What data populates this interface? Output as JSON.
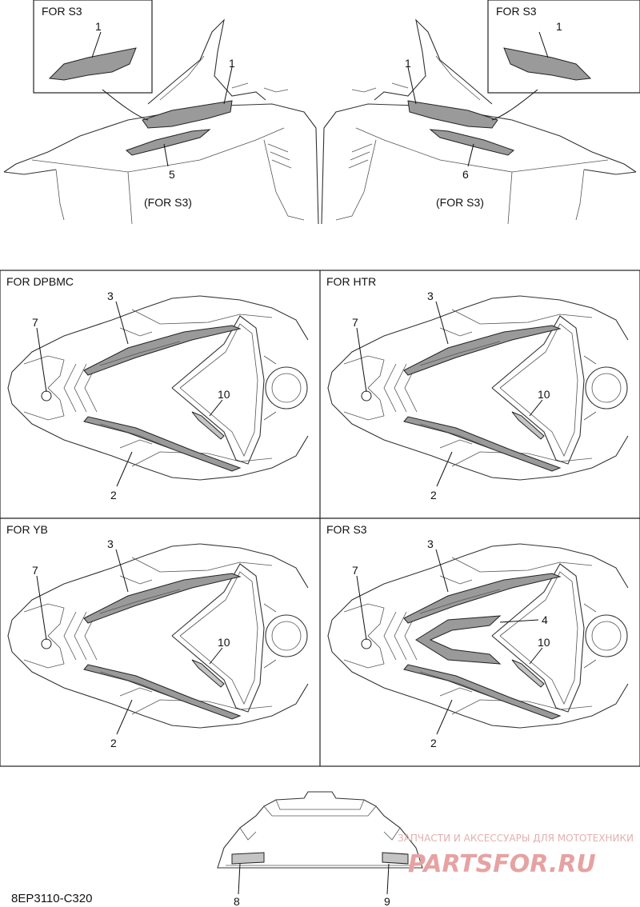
{
  "top_callouts": {
    "left_inset": "FOR S3",
    "left_inset_num": "1",
    "left_body_num": "1",
    "left_lower_num": "5",
    "left_lower_sub": "(FOR S3)",
    "right_inset": "FOR S3",
    "right_inset_num": "1",
    "right_body_num": "1",
    "right_lower_num": "6",
    "right_lower_sub": "(FOR S3)"
  },
  "panels": [
    {
      "title": "FOR DPBMC",
      "n_top": "3",
      "n_left": "7",
      "n_mid": "10",
      "n_bot": "2"
    },
    {
      "title": "FOR HTR",
      "n_top": "3",
      "n_left": "7",
      "n_mid": "10",
      "n_bot": "2"
    },
    {
      "title": "FOR YB",
      "n_top": "3",
      "n_left": "7",
      "n_mid": "10",
      "n_bot": "2"
    },
    {
      "title": "FOR S3",
      "n_top": "3",
      "n_left": "7",
      "n_mid": "10",
      "n_bot": "2",
      "n_extra": "4"
    }
  ],
  "bottom": {
    "num_left": "8",
    "num_right": "9"
  },
  "diagram_code": "8EP3110-C320",
  "watermark": {
    "line1": "ЗАПЧАСТИ И АКСЕССУАРЫ ДЛЯ МОТОТЕХНИКИ",
    "line2": "PARTSFOR.RU"
  }
}
